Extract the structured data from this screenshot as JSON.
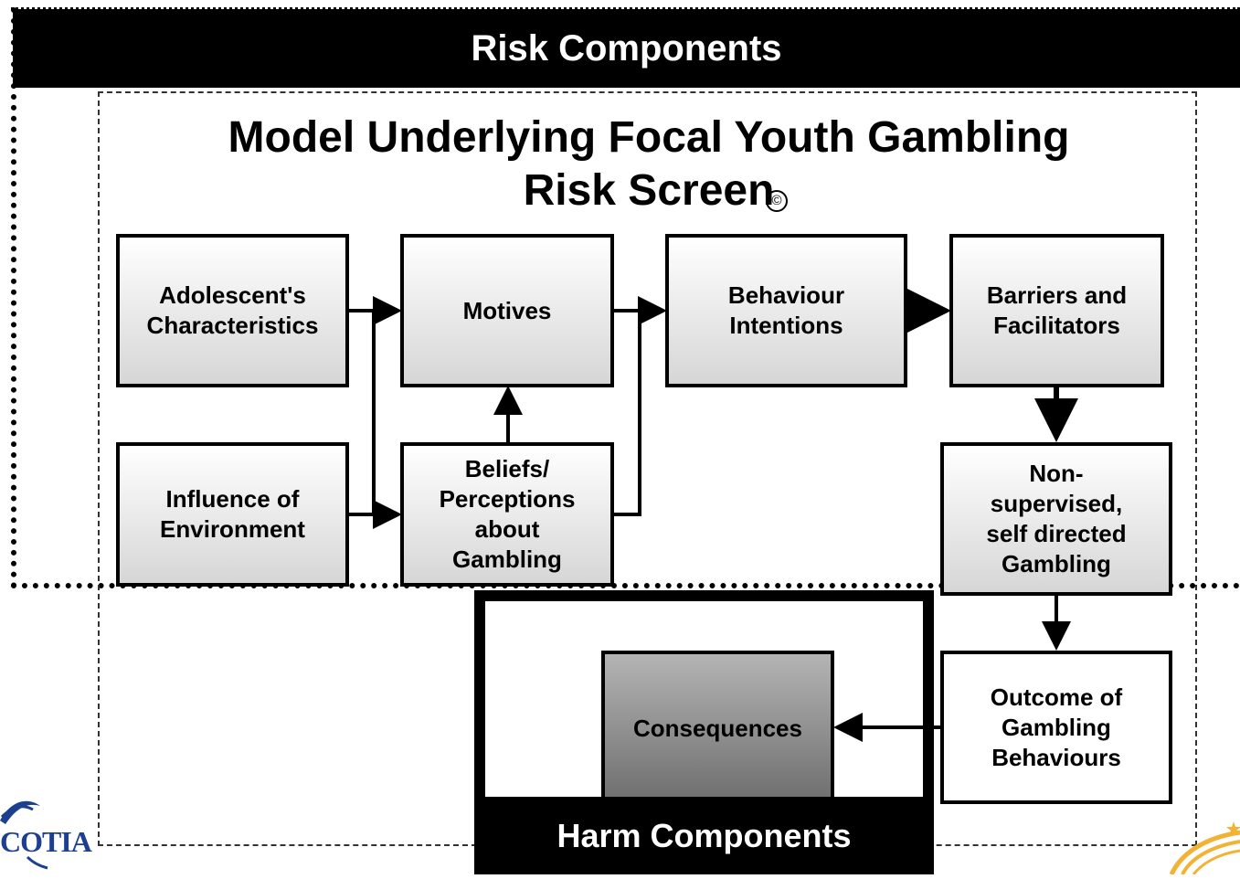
{
  "risk_header": "Risk Components",
  "title_line1": "Model Underlying Focal Youth Gambling",
  "title_line2": "Risk Screen",
  "registered_mark": "©",
  "boxes": {
    "adolescent": [
      "Adolescent's",
      "Characteristics"
    ],
    "motives": [
      "Motives"
    ],
    "intentions": [
      "Behaviour",
      "Intentions"
    ],
    "barriers": [
      "Barriers and",
      "Facilitators"
    ],
    "influence": [
      "Influence of",
      "Environment"
    ],
    "beliefs": [
      "Beliefs/",
      "Perceptions",
      "about",
      "Gambling"
    ],
    "nonsupervised": [
      "Non-",
      "supervised,",
      "self directed",
      "Gambling"
    ],
    "outcome": [
      "Outcome of",
      "Gambling",
      "Behaviours"
    ],
    "consequences": [
      "Consequences"
    ]
  },
  "harm_header": "Harm Components",
  "logo_left_text": "COTIA",
  "colors": {
    "frame": "#000000",
    "logo_blue": "#1c3f8f",
    "logo_gold": "#f2b233"
  }
}
